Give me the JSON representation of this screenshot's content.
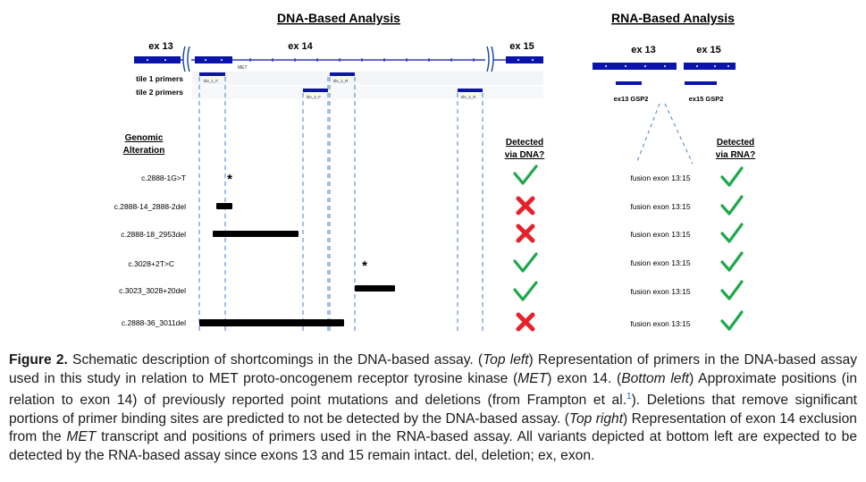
{
  "dna": {
    "title": "DNA-Based Analysis",
    "exon_left": "ex 13",
    "exon_mid": "ex 14",
    "exon_right": "ex 15",
    "gene_small_label": "MET",
    "tile1_label": "tile 1 primers",
    "tile2_label": "tile 2 primers",
    "tile1_primers": [
      "tile_1_F",
      "tile_1_R"
    ],
    "tile2_primers": [
      "tile_2_F",
      "tile_2_R"
    ]
  },
  "rna": {
    "title": "RNA-Based Analysis",
    "exon_left": "ex 13",
    "exon_right": "ex 15",
    "gsp_left": "ex13 GSP2",
    "gsp_right": "ex15 GSP2"
  },
  "table": {
    "alteration_header_1": "Genomic",
    "alteration_header_2": "Alteration",
    "dna_header_1": "Detected",
    "dna_header_2": "via DNA?",
    "rna_header_1": "Detected",
    "rna_header_2": "via RNA?",
    "rows": [
      {
        "alteration": "c.2888-1G>T",
        "dna_detected": true,
        "rna_result": "fusion exon 13:15",
        "rna_detected": true
      },
      {
        "alteration": "c.2888-14_2888-2del",
        "dna_detected": false,
        "rna_result": "fusion exon 13:15",
        "rna_detected": true
      },
      {
        "alteration": "c.2888-18_2953del",
        "dna_detected": false,
        "rna_result": "fusion exon 13:15",
        "rna_detected": true
      },
      {
        "alteration": "c.3028+2T>C",
        "dna_detected": true,
        "rna_result": "fusion exon 13:15",
        "rna_detected": true
      },
      {
        "alteration": "c.3023_3028+20del",
        "dna_detected": true,
        "rna_result": "fusion exon 13:15",
        "rna_detected": true
      },
      {
        "alteration": "c.2888-36_3011del",
        "dna_detected": false,
        "rna_result": "fusion exon 13:15",
        "rna_detected": true
      }
    ],
    "point_mutation_marker": "*"
  },
  "colors": {
    "exon_blue": "#0a14a8",
    "dashed_blue": "#4a7ec0",
    "check_green": "#1fa84a",
    "cross_red": "#e8202a"
  },
  "caption": {
    "label": "Figure 2.",
    "p1": " Schematic description of shortcomings in the DNA-based assay. (",
    "i1": "Top left",
    "p2": ") Representation of primers in the DNA-based assay used in this study in relation to MET proto-oncogenem receptor tyrosine kinase (",
    "i2": "MET",
    "p3": ") exon 14. (",
    "i3": "Bottom left",
    "p4": ") Approximate positions (in relation to exon 14) of previously reported point mutations and deletions (from Frampton et al.",
    "sup": "1",
    "p5": "). Deletions that remove significant portions of primer binding sites are predicted to not be detected by the DNA-based assay. (",
    "i4": "Top right",
    "p6": ") Representation of exon 14 exclusion from the ",
    "i5": "MET",
    "p7": " transcript and positions of primers used in the RNA-based assay. All variants depicted at bottom left are expected to be detected by the RNA-based assay since exons 13 and 15 remain intact. del, deletion; ex, exon."
  }
}
